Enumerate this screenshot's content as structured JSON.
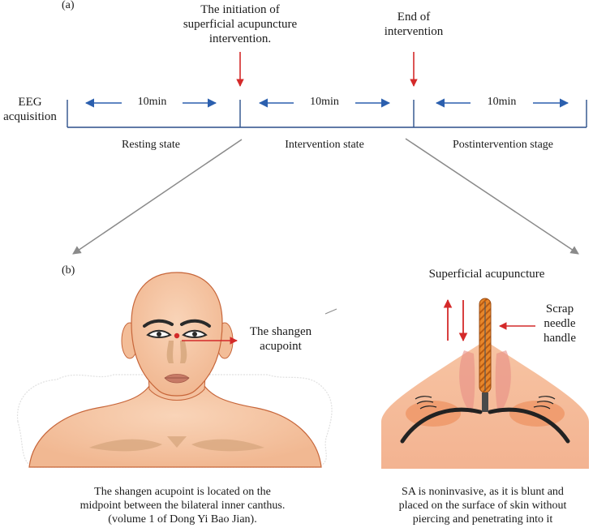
{
  "panel_a": {
    "label": "(a)",
    "initiation_line1": "The initiation of",
    "initiation_line2": "superficial acupuncture",
    "initiation_line3": "intervention.",
    "end_line1": "End of",
    "end_line2": "intervention",
    "eeg_line1": "EEG",
    "eeg_line2": "acquisition",
    "durations": [
      "10min",
      "10min",
      "10min"
    ],
    "stages": [
      "Resting state",
      "Intervention state",
      "Postintervention stage"
    ]
  },
  "panel_b": {
    "label": "(b)",
    "point_line1": "The shangen",
    "point_line2": "acupoint",
    "sa_title": "Superficial acupuncture",
    "needle_line1": "Scrap",
    "needle_line2": "needle",
    "needle_line3": "handle",
    "caption_left": [
      "The shangen acupoint is located on the",
      "midpoint between the bilateral inner canthus.",
      "(volume 1 of Dong Yi Bao Jian)."
    ],
    "caption_right": [
      "SA is noninvasive, as it is blunt and",
      "placed on the surface of skin without",
      "piercing and penetrating into it"
    ]
  },
  "colors": {
    "blue_arrow": "#2b5fae",
    "red_arrow": "#d42a2a",
    "timeline": "#2b4f8a",
    "gray_arrow": "#8a8a8a",
    "skin": "#f6c7a5",
    "skin_shadow": "#e9ab86",
    "needle": "#e7862a"
  }
}
